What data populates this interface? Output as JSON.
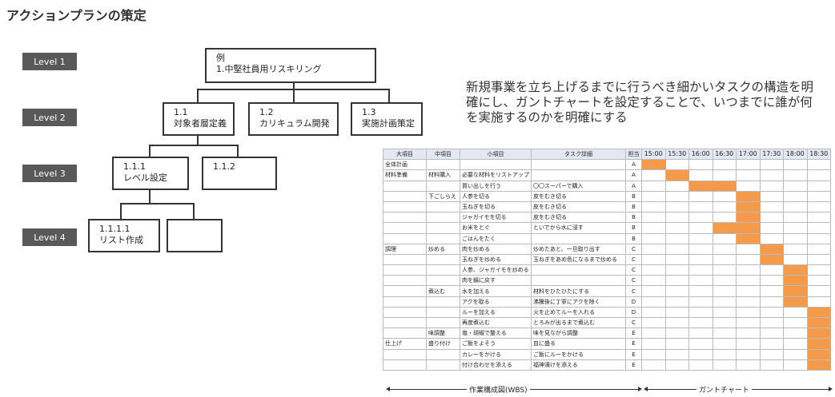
{
  "title": "アクションプランの策定",
  "levels": [
    "Level 1",
    "Level 2",
    "Level 3",
    "Level 4"
  ],
  "tree": {
    "root": "例\n1.中堅社員用リスキリング",
    "l2": [
      "1.1\n対象者層定義",
      "1.2\nカリキュラム開発",
      "1.3\n実施計画策定"
    ],
    "l3": [
      "1.1.1\nレベル設定",
      "1.1.2"
    ],
    "l4": [
      "1.1.1.1\nリスト作成",
      ""
    ]
  },
  "description": "新規事業を立ち上げるまでに行うべき細かいタスクの構造を明確にし、ガントチャートを設定することで、いつまでに誰が何を実施するのかを明確にする",
  "table": {
    "headers": [
      "大項目",
      "中項目",
      "小項目",
      "タスク詳細",
      "担当"
    ],
    "times": [
      "15:00",
      "15:30",
      "16:00",
      "16:30",
      "17:00",
      "17:30",
      "18:00",
      "18:30"
    ],
    "rows": [
      {
        "c": [
          "全体計画",
          "",
          "",
          "",
          "A"
        ],
        "g": [
          0,
          1
        ]
      },
      {
        "c": [
          "材料準備",
          "材料購入",
          "必要な材料をリストアップ",
          "",
          "A"
        ],
        "g": [
          1,
          2
        ]
      },
      {
        "c": [
          "",
          "",
          "買い出しを行う",
          "〇〇スーパーで購入",
          "A"
        ],
        "g": [
          2,
          4
        ]
      },
      {
        "c": [
          "",
          "下ごしらえ",
          "人参を切る",
          "皮をむき切る",
          "B"
        ],
        "g": [
          4,
          5
        ]
      },
      {
        "c": [
          "",
          "",
          "玉ねぎを切る",
          "皮をむき切る",
          "B"
        ],
        "g": [
          4,
          5
        ]
      },
      {
        "c": [
          "",
          "",
          "ジャガイモを切る",
          "皮をむき切る",
          "B"
        ],
        "g": [
          4,
          5
        ]
      },
      {
        "c": [
          "",
          "",
          "お米をとぐ",
          "といでから水に浸す",
          "B"
        ],
        "g": [
          3,
          5
        ]
      },
      {
        "c": [
          "",
          "",
          "ごはんをたく",
          "",
          "B"
        ],
        "g": [
          4,
          5
        ]
      },
      {
        "c": [
          "調理",
          "炒める",
          "肉を炒める",
          "炒めたあと、一旦取り出す",
          "C"
        ],
        "g": [
          5,
          6
        ]
      },
      {
        "c": [
          "",
          "",
          "玉ねぎを炒める",
          "玉ねぎをあめ色になるまで炒める",
          "C"
        ],
        "g": [
          5,
          6
        ]
      },
      {
        "c": [
          "",
          "",
          "人参、ジャガイモを炒める",
          "",
          "C"
        ],
        "g": [
          6,
          7
        ]
      },
      {
        "c": [
          "",
          "",
          "肉を鍋に戻す",
          "",
          "C"
        ],
        "g": [
          6,
          7
        ]
      },
      {
        "c": [
          "",
          "煮込む",
          "水を加える",
          "材料をひたひたにする",
          "C"
        ],
        "g": [
          6,
          7
        ]
      },
      {
        "c": [
          "",
          "",
          "アクを取る",
          "沸騰後に丁寧にアクを除く",
          "D"
        ],
        "g": [
          6,
          7
        ]
      },
      {
        "c": [
          "",
          "",
          "ルーを加える",
          "火を止めてルーを入れる",
          "D"
        ],
        "g": [
          7,
          8
        ]
      },
      {
        "c": [
          "",
          "",
          "再度煮込む",
          "とろみが出るまで煮込む",
          "C"
        ],
        "g": [
          7,
          8
        ]
      },
      {
        "c": [
          "",
          "味調整",
          "塩・胡椒で整える",
          "味を見ながら調整",
          "E"
        ],
        "g": [
          7,
          8
        ]
      },
      {
        "c": [
          "仕上げ",
          "盛り付け",
          "ご飯をよそう",
          "皿に盛る",
          "E"
        ],
        "g": [
          7,
          8
        ]
      },
      {
        "c": [
          "",
          "",
          "カレーをかける",
          "ご飯にルーをかける",
          "E"
        ],
        "g": [
          7,
          8
        ]
      },
      {
        "c": [
          "",
          "",
          "付け合わせを添える",
          "福神漬けを添える",
          "E"
        ],
        "g": [
          7,
          8
        ]
      }
    ]
  },
  "arrows": {
    "wbs": "作業構成図(WBS)",
    "gantt": "ガントチャート"
  },
  "colors": {
    "bar": "#f39a4b",
    "header": "#e3e8f2",
    "level": "#595959"
  }
}
